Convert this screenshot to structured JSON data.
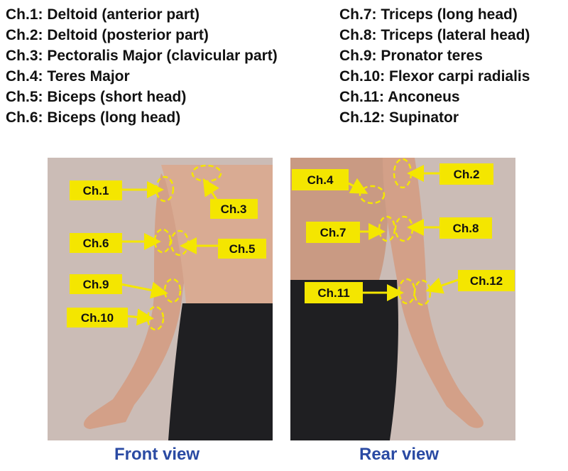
{
  "legend_left": [
    "Ch.1: Deltoid (anterior part)",
    "Ch.2: Deltoid (posterior part)",
    "Ch.3: Pectoralis Major (clavicular part)",
    "Ch.4: Teres Major",
    "Ch.5: Biceps (short head)",
    "Ch.6: Biceps (long head)"
  ],
  "legend_right": [
    "Ch.7: Triceps (long head)",
    "Ch.8: Triceps (lateral head)",
    "Ch.9: Pronator teres",
    "Ch.10: Flexor carpi radialis",
    "Ch.11: Anconeus",
    "Ch.12: Supinator"
  ],
  "views": {
    "front": {
      "caption": "Front view",
      "labels": [
        "Ch.1",
        "Ch.3",
        "Ch.6",
        "Ch.5",
        "Ch.9",
        "Ch.10"
      ]
    },
    "rear": {
      "caption": "Rear view",
      "labels": [
        "Ch.4",
        "Ch.2",
        "Ch.7",
        "Ch.8",
        "Ch.11",
        "Ch.12"
      ]
    }
  },
  "colors": {
    "marker_yellow": "#f4e600",
    "caption_blue": "#2a4aa3",
    "background_wall": "#cbbcb6",
    "skin": "#d9a58b",
    "pants": "#1f1f22"
  }
}
